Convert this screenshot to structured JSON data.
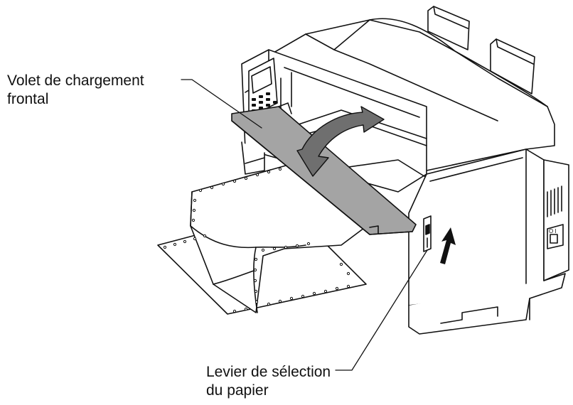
{
  "labels": {
    "front_loading_door": {
      "line1": "Volet de chargement",
      "line2": "frontal"
    },
    "paper_select_lever": {
      "line1": "Levier de sélection",
      "line2": "du papier"
    }
  },
  "printer_switch_marks": "O I",
  "colors": {
    "ink": "#111111",
    "panel_gray": "#a4a4a4",
    "arrow_gray": "#6f6f6f",
    "paper": "#ffffff"
  }
}
